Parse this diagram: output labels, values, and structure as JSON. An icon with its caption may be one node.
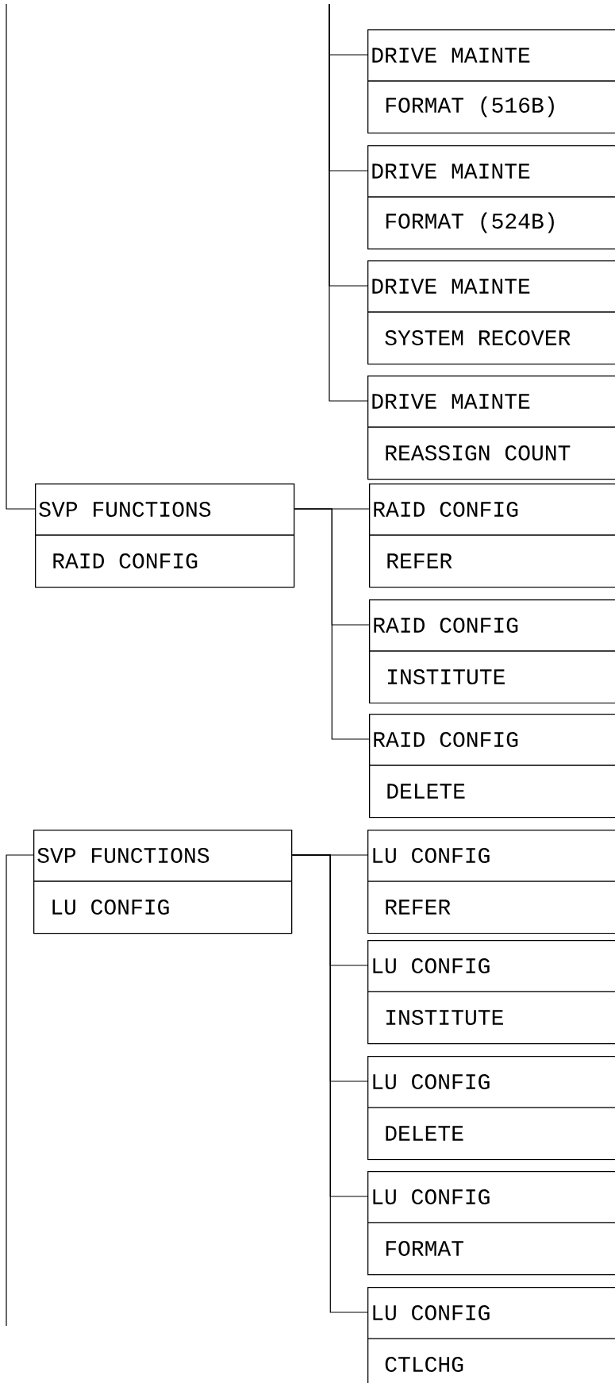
{
  "diagram": {
    "nodes": [
      {
        "text": [
          "DRIVE MAINTE",
          "FORMAT (516B)"
        ]
      },
      {
        "text": [
          "DRIVE MAINTE",
          "FORMAT (524B)"
        ]
      },
      {
        "text": [
          "DRIVE MAINTE",
          "SYSTEM RECOVER"
        ]
      },
      {
        "text": [
          "DRIVE MAINTE",
          "REASSIGN COUNT"
        ]
      },
      {
        "text": [
          "SVP FUNCTIONS",
          "RAID CONFIG"
        ]
      },
      {
        "text": [
          "RAID CONFIG",
          "REFER"
        ]
      },
      {
        "text": [
          "RAID CONFIG",
          "INSTITUTE"
        ]
      },
      {
        "text": [
          "RAID CONFIG",
          "DELETE"
        ]
      },
      {
        "text": [
          "SVP FUNCTIONS",
          "LU CONFIG"
        ]
      },
      {
        "text": [
          "LU CONFIG",
          "REFER"
        ]
      },
      {
        "text": [
          "LU CONFIG",
          "INSTITUTE"
        ]
      },
      {
        "text": [
          "LU CONFIG",
          "DELETE"
        ]
      },
      {
        "text": [
          "LU CONFIG",
          "FORMAT"
        ]
      },
      {
        "text": [
          "LU CONFIG",
          "CTLCHG"
        ]
      }
    ],
    "edges": [
      {
        "from": null,
        "to": 0,
        "arrow": "none"
      },
      {
        "from": null,
        "to": 1,
        "arrow": "none"
      },
      {
        "from": null,
        "to": 2,
        "arrow": "none"
      },
      {
        "from": null,
        "to": 3,
        "arrow": "none"
      },
      {
        "from": null,
        "to": 4,
        "arrow": "none"
      },
      {
        "from": 4,
        "to": 5,
        "arrow": "none"
      },
      {
        "from": 4,
        "to": 6,
        "arrow": "none"
      },
      {
        "from": 4,
        "to": 7,
        "arrow": "none"
      },
      {
        "from": null,
        "to": 8,
        "arrow": "none"
      },
      {
        "from": 8,
        "to": 9,
        "arrow": "none"
      },
      {
        "from": 8,
        "to": 10,
        "arrow": "none"
      },
      {
        "from": 8,
        "to": 11,
        "arrow": "none"
      },
      {
        "from": 8,
        "to": 12,
        "arrow": "none"
      },
      {
        "from": 8,
        "to": 13,
        "arrow": "none"
      }
    ]
  }
}
